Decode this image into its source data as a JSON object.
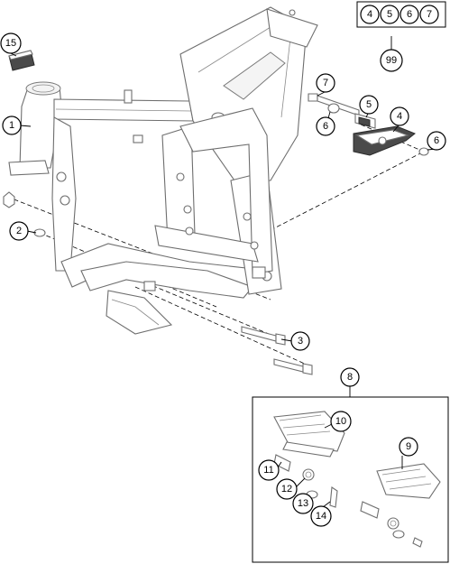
{
  "callouts": {
    "c1": "1",
    "c2": "2",
    "c3": "3",
    "c4": "4",
    "c5": "5",
    "c6a": "6",
    "c6b": "6",
    "c7": "7",
    "c8": "8",
    "c9": "9",
    "c10": "10",
    "c11": "11",
    "c12": "12",
    "c13": "13",
    "c14": "14",
    "c15": "15"
  },
  "kit": {
    "items": [
      "4",
      "5",
      "6",
      "7"
    ],
    "number": "99"
  }
}
